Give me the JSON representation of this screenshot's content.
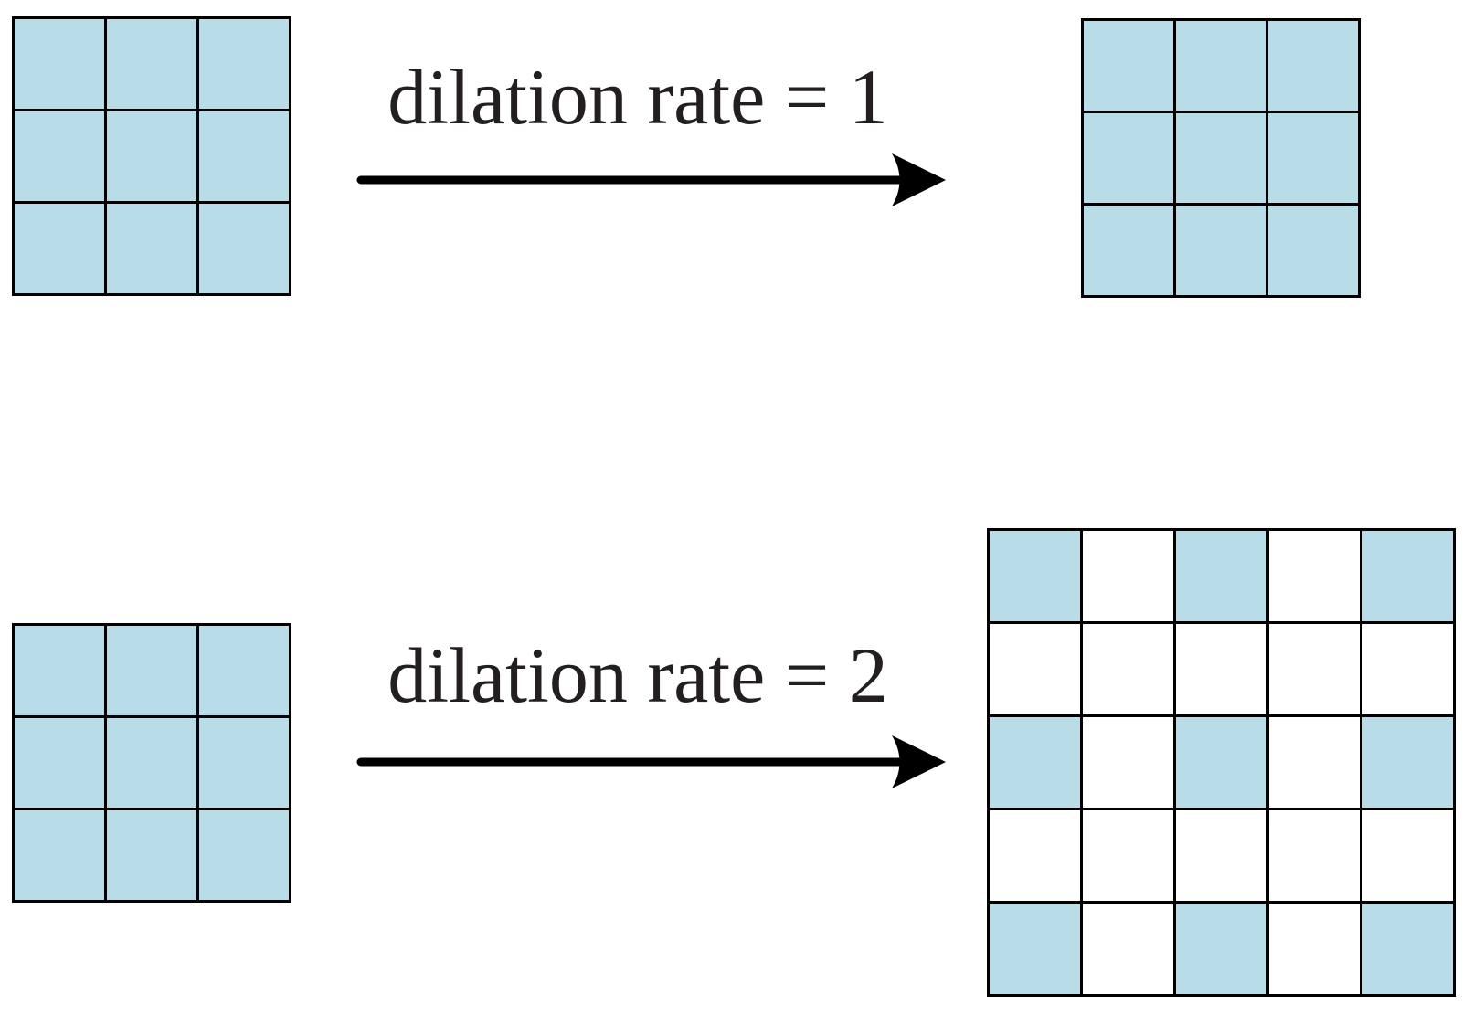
{
  "figure": {
    "background": "#ffffff",
    "colors": {
      "cell_filled": "#b8dde9",
      "cell_empty": "#ffffff",
      "grid_line": "#000000",
      "arrow": "#000000",
      "text": "#231f20"
    },
    "rows": [
      {
        "label": "dilation rate = 1",
        "input_grid": {
          "rows": 3,
          "cols": 3,
          "pattern": [
            [
              1,
              1,
              1
            ],
            [
              1,
              1,
              1
            ],
            [
              1,
              1,
              1
            ]
          ]
        },
        "output_grid": {
          "rows": 3,
          "cols": 3,
          "pattern": [
            [
              1,
              1,
              1
            ],
            [
              1,
              1,
              1
            ],
            [
              1,
              1,
              1
            ]
          ]
        }
      },
      {
        "label": "dilation rate = 2",
        "input_grid": {
          "rows": 3,
          "cols": 3,
          "pattern": [
            [
              1,
              1,
              1
            ],
            [
              1,
              1,
              1
            ],
            [
              1,
              1,
              1
            ]
          ]
        },
        "output_grid": {
          "rows": 5,
          "cols": 5,
          "pattern": [
            [
              1,
              0,
              1,
              0,
              1
            ],
            [
              0,
              0,
              0,
              0,
              0
            ],
            [
              1,
              0,
              1,
              0,
              1
            ],
            [
              0,
              0,
              0,
              0,
              0
            ],
            [
              1,
              0,
              1,
              0,
              1
            ]
          ]
        }
      }
    ]
  }
}
